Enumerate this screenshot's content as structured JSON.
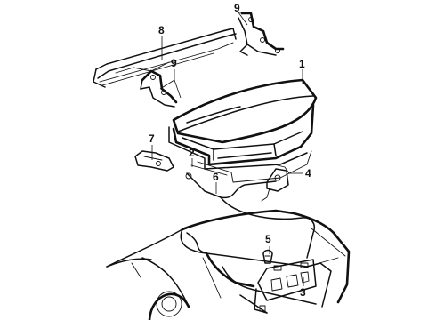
{
  "callouts": {
    "c1": "1",
    "c2": "2",
    "c3": "3",
    "c4": "4",
    "c5": "5",
    "c6": "6",
    "c7": "7",
    "c8": "8",
    "c9a": "9",
    "c9b": "9"
  },
  "colors": {
    "line": "#111111",
    "background": "#ffffff"
  }
}
